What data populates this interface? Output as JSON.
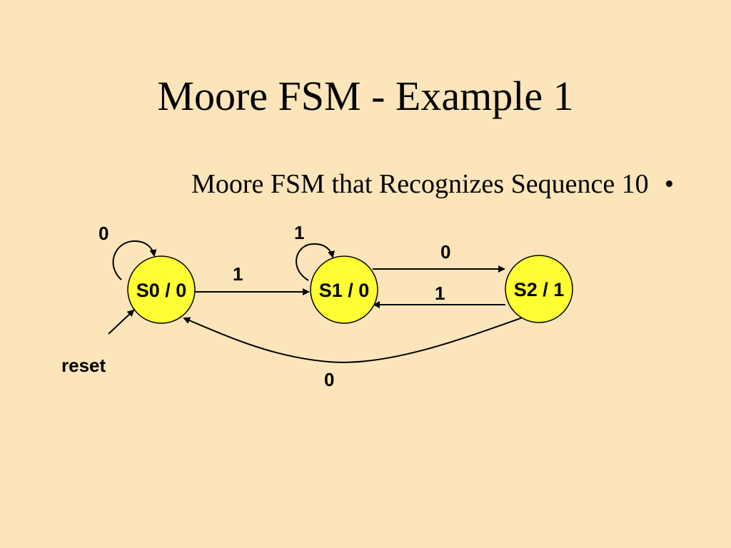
{
  "slide": {
    "title": "Moore FSM - Example 1",
    "bullet_text": "Moore FSM that Recognizes Sequence 10",
    "bullet_symbol": "•"
  },
  "diagram": {
    "fill_color": "#FFFF33",
    "states": {
      "s0": "S0 / 0",
      "s1": "S1 / 0",
      "s2": "S2 / 1"
    },
    "transitions": {
      "s0_self": "0",
      "s1_self": "1",
      "s0_to_s1": "1",
      "s1_to_s2": "0",
      "s2_to_s1": "1",
      "s2_to_s0": "0"
    },
    "reset_label": "reset"
  }
}
